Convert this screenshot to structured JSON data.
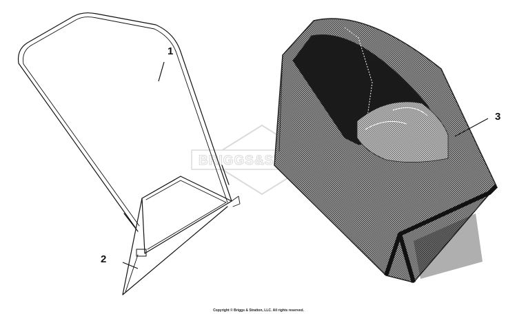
{
  "callouts": {
    "handle": "1",
    "frame": "2",
    "bag": "3"
  },
  "watermark": {
    "logo_text": "BRIGGS&STRATTON"
  },
  "footer": {
    "copyright": "Copyright © Briggs & Stratton, LLC. All rights reserved."
  },
  "colors": {
    "line": "#111111",
    "bag_fill": "#8a8a8a",
    "bag_interior": "#1a1a1a",
    "watermark": "#d6d6d6"
  }
}
